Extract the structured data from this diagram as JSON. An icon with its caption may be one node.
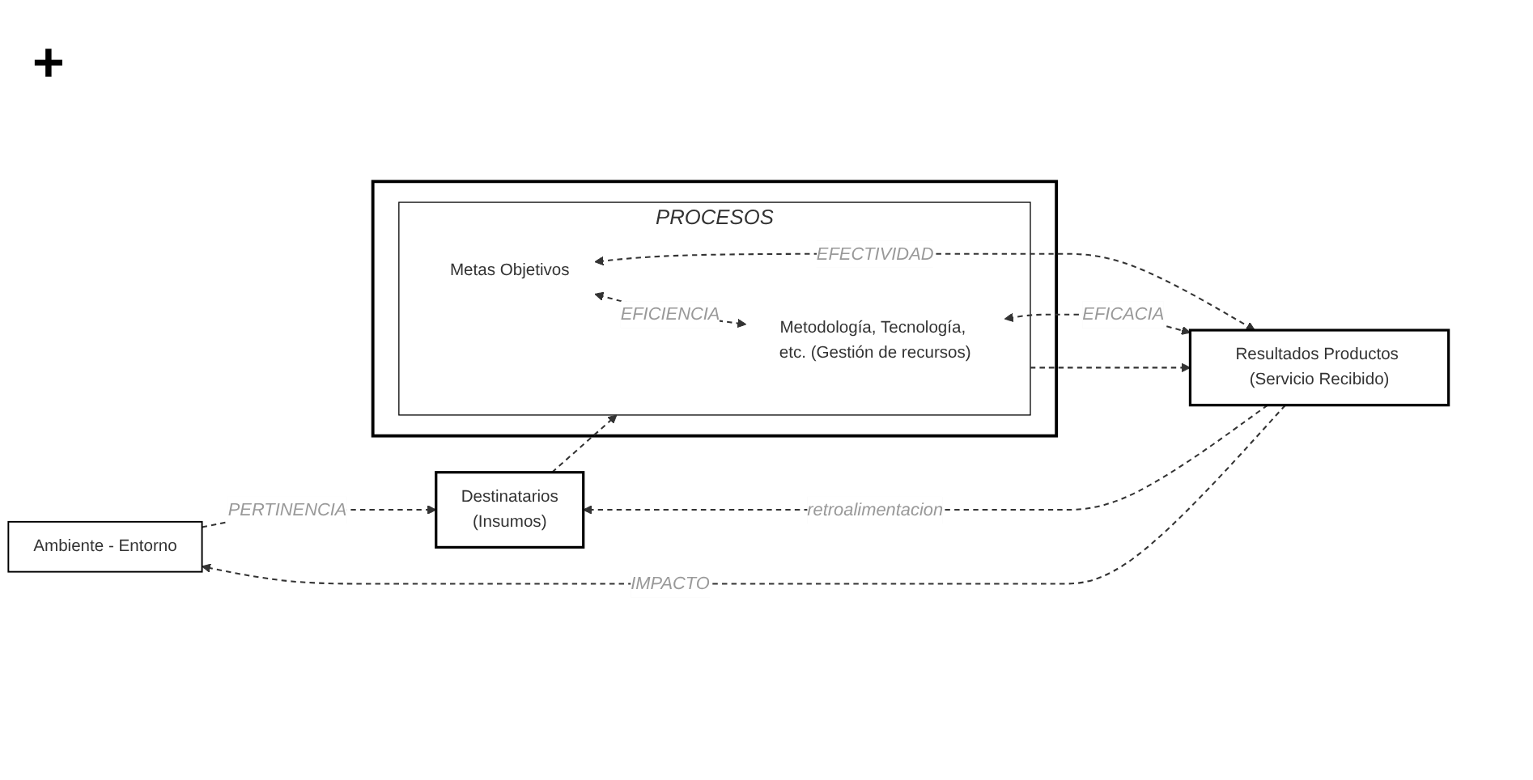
{
  "diagram": {
    "nodes": [
      {
        "text": [
          "Ambiente - Entorno"
        ]
      },
      {
        "text": [
          "Destinatarios",
          "(Insumos)"
        ]
      },
      {
        "text": [],
        "shape": "box"
      },
      {
        "text": [
          "PROCESOS"
        ],
        "in": 2
      },
      {
        "text": [
          "Metas Objetivos"
        ],
        "in": 3
      },
      {
        "text": [
          "Metodología, Tecnología, etc. (Gestión de recursos)"
        ],
        "in": 3
      },
      {
        "text": [
          "Resultados Productos (Servicio Recibido)"
        ]
      }
    ],
    "edges": [
      {
        "from": 0,
        "to": 1,
        "arrow": "to",
        "label": "PERTINENCIA",
        "style": "dashed"
      },
      {
        "from": 6,
        "to": 0,
        "arrow": "to",
        "label": "IMPACTO",
        "style": "dashed"
      },
      {
        "from": 1,
        "to": 3,
        "arrow": "to",
        "style": "dashed"
      },
      {
        "from": 3,
        "to": 6,
        "arrow": "to",
        "style": "dashed"
      },
      {
        "from": 4,
        "to": 6,
        "arrow": "both",
        "label": "EFECTIVIDAD",
        "style": "dashed"
      },
      {
        "from": 4,
        "to": 5,
        "arrow": "both",
        "label": "EFICIENCIA",
        "style": "dashed"
      },
      {
        "from": 5,
        "to": 6,
        "arrow": "both",
        "label": "EFICACIA",
        "style": "dashed"
      },
      {
        "from": 6,
        "to": 1,
        "arrow": "to",
        "label": "retroalimentacion",
        "style": "dashed"
      }
    ],
    "labels": [
      "+"
    ]
  }
}
